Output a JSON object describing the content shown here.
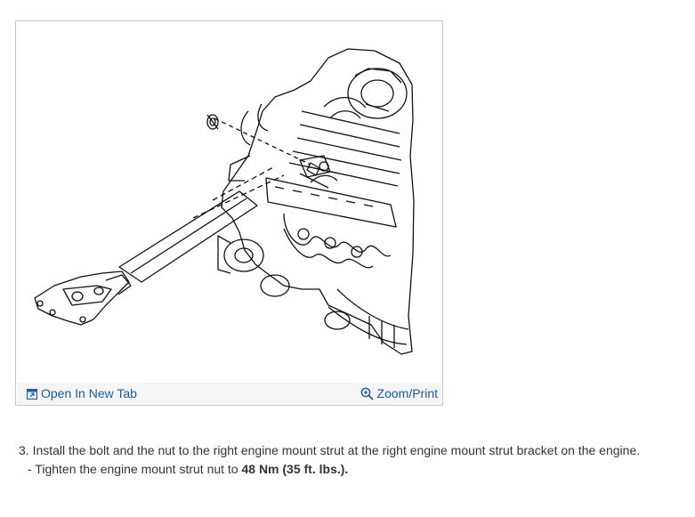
{
  "figure": {
    "open_in_new_tab_label": "Open In New Tab",
    "zoom_print_label": "Zoom/Print",
    "icons": [
      "open-tab-icon",
      "zoom-icon"
    ],
    "link_color": "#1a5aa8"
  },
  "instructions": {
    "step_text": "3. Install the bolt and the nut to the right engine mount strut at the right engine mount strut bracket on the engine.",
    "substep_prefix": "-  Tighten the engine mount strut nut to ",
    "substep_torque": "48 Nm (35 ft. lbs.)."
  }
}
